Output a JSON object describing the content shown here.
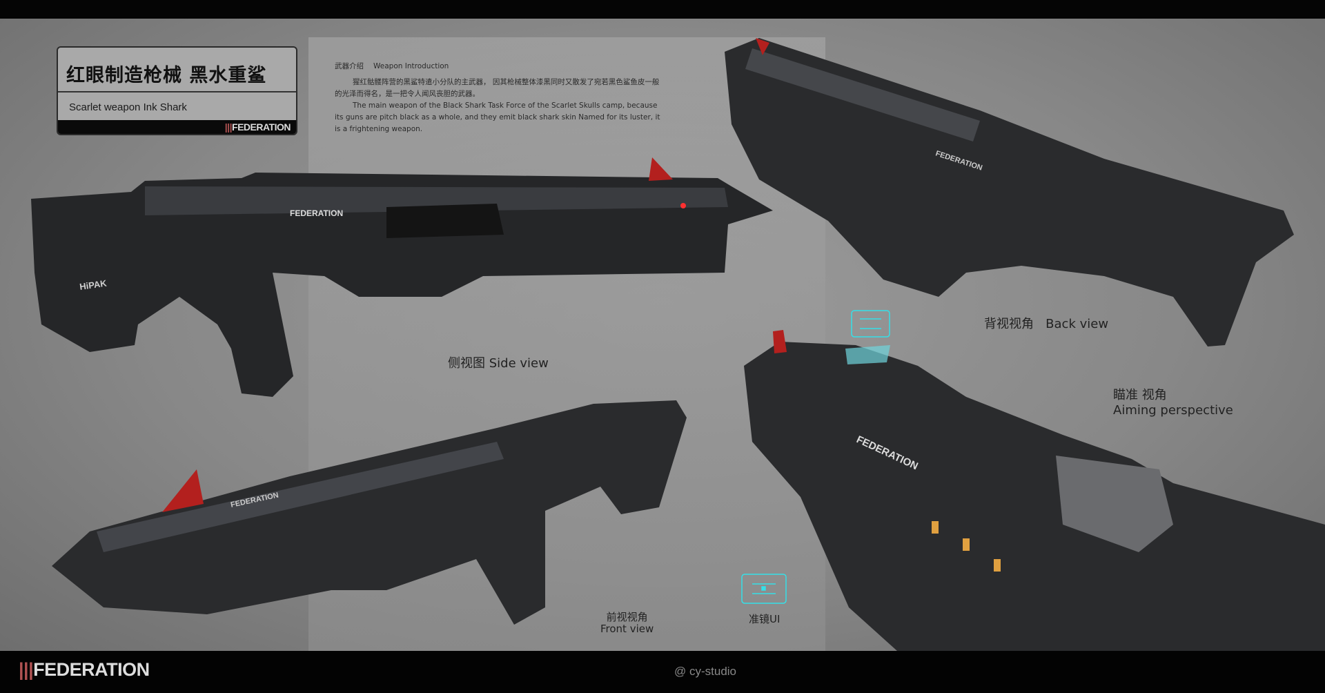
{
  "title_box": {
    "title_cn": "红眼制造枪械 黑水重鲨",
    "title_en": "Scarlet weapon Ink Shark",
    "logo": "FEDERATION"
  },
  "intro": {
    "heading_cn": "武器介绍",
    "heading_en": "Weapon Introduction",
    "body_cn": "猩红骷髅阵营的黑鲨特遣小分队的主武器， 因其枪械整体漆黑同时又散发了宛若黑色鲨鱼皮一般的光泽而得名，是一把令人闻风丧胆的武器。",
    "body_en": "The main weapon of the Black Shark Task Force of the Scarlet Skulls camp, because its guns are pitch black as a whole, and they emit black shark skin Named for its luster, it is a frightening weapon."
  },
  "views": {
    "side": "侧视图 Side view",
    "back_cn": "背视视角",
    "back_en": "Back view",
    "aiming_cn": "瞄准 视角",
    "aiming_en": "Aiming perspective",
    "front_cn": "前视视角",
    "front_en": "Front view",
    "reticle": "准镜UI"
  },
  "gun_markings": {
    "brand": "FEDERATION",
    "tag": "HiPAK"
  },
  "footer": {
    "logo": "FEDERATION",
    "credit": "@ cy-studio"
  },
  "colors": {
    "accent_red": "#b3201e",
    "reticle_cyan": "#35e0e8",
    "stripe_red": "#b05252"
  }
}
